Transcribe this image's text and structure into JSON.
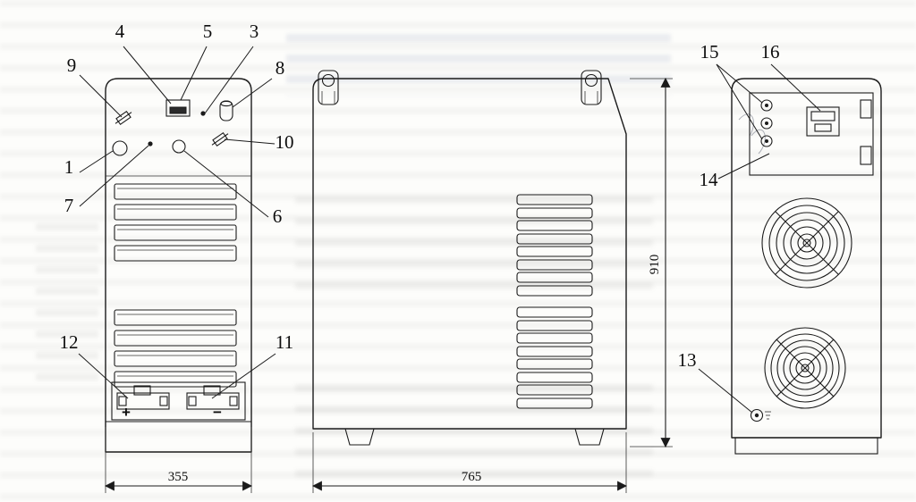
{
  "callouts": {
    "c1": "1",
    "c3": "3",
    "c4": "4",
    "c5": "5",
    "c6": "6",
    "c7": "7",
    "c8": "8",
    "c9": "9",
    "c10": "10",
    "c11": "11",
    "c12": "12",
    "c13": "13",
    "c14": "14",
    "c15": "15",
    "c16": "16"
  },
  "dimensions": {
    "front_width": "355",
    "side_length": "765",
    "height": "910"
  },
  "terminals": {
    "plus": "+",
    "minus": "−"
  }
}
